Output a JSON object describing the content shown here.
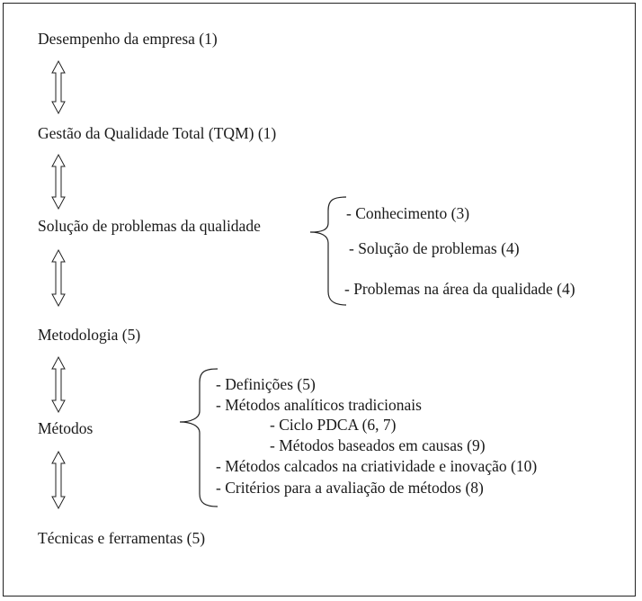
{
  "levels": [
    "Desempenho da empresa  (1)",
    "Gestão da Qualidade Total (TQM)  (1)",
    "Solução de problemas da qualidade",
    "Metodologia  (5)",
    "Métodos",
    "Técnicas e ferramentas  (5)"
  ],
  "problem_solving_items": [
    "- Conhecimento (3)",
    "- Solução de problemas  (4)",
    "- Problemas na área da qualidade  (4)"
  ],
  "methods_items": [
    "- Definições (5)",
    "- Métodos analíticos tradicionais",
    "- Ciclo PDCA (6, 7)",
    "- Métodos baseados em causas (9)",
    "- Métodos calcados na criatividade e inovação  (10)",
    "- Critérios para a avaliação de métodos  (8)"
  ]
}
